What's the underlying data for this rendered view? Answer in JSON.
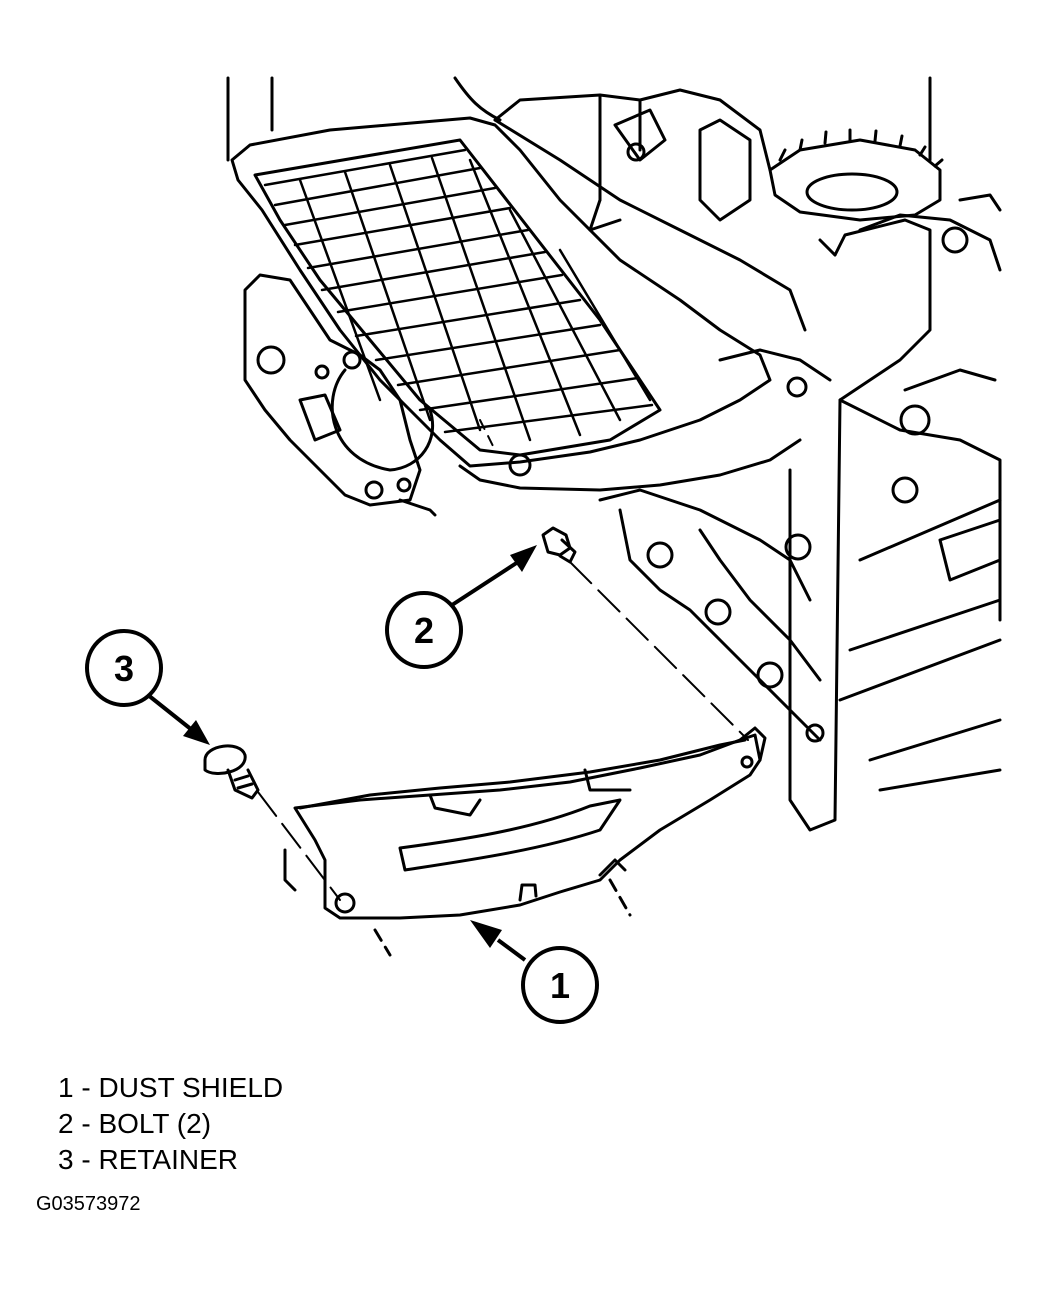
{
  "callouts": [
    {
      "number": "1"
    },
    {
      "number": "2"
    },
    {
      "number": "3"
    }
  ],
  "legend": [
    {
      "number": "1",
      "label": "DUST SHIELD"
    },
    {
      "number": "2",
      "label": "BOLT (2)"
    },
    {
      "number": "3",
      "label": "RETAINER"
    }
  ],
  "figure_id": "G03573972"
}
